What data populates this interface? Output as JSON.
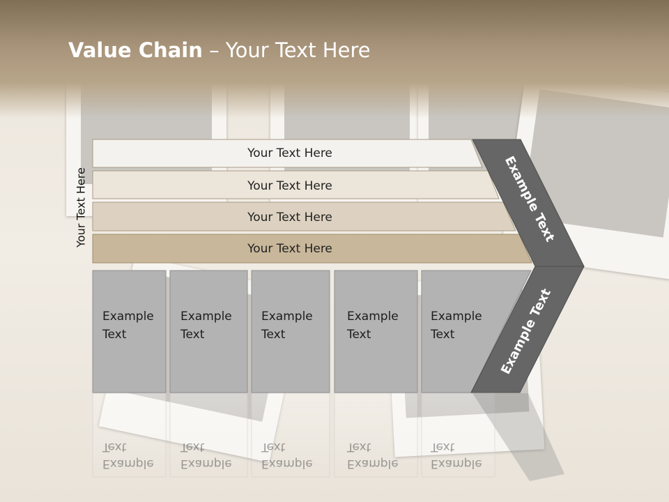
{
  "title": {
    "bold": "Value Chain",
    "rest": " – Your Text Here"
  },
  "side_label": "Your Text Here",
  "bars": [
    {
      "label": "Your Text Here",
      "color": "#f4f2ee"
    },
    {
      "label": "Your Text Here",
      "color": "#ece5da"
    },
    {
      "label": "Your Text Here",
      "color": "#ddd2c1"
    },
    {
      "label": "Your Text Here",
      "color": "#c8b79a"
    }
  ],
  "boxes": [
    {
      "line1": "Example",
      "line2": "Text"
    },
    {
      "line1": "Example",
      "line2": "Text"
    },
    {
      "line1": "Example",
      "line2": "Text"
    },
    {
      "line1": "Example",
      "line2": "Text"
    },
    {
      "line1": "Example",
      "line2": "Text"
    }
  ],
  "chevron_top_label": "Example Text",
  "chevron_bottom_label": "Example Text",
  "colors": {
    "box": "#b3b3b3",
    "chevron": "#666666",
    "header": "#a8947a"
  }
}
